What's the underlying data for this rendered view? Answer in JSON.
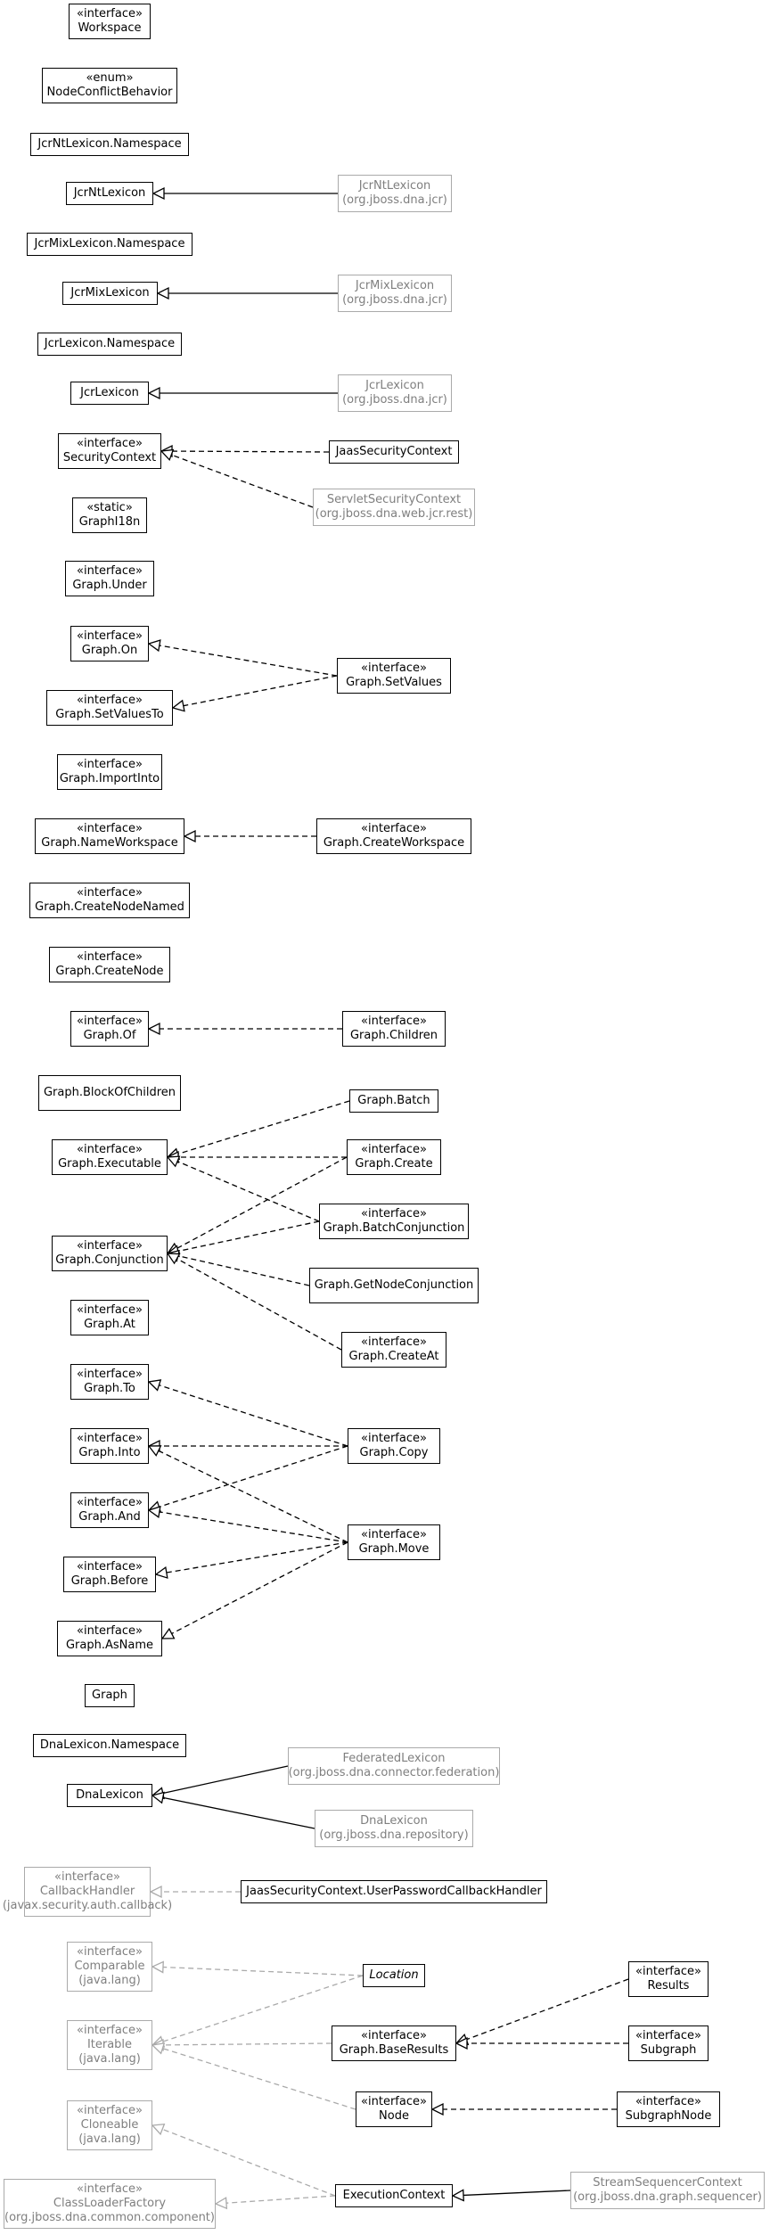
{
  "colors": {
    "internal": "#000000",
    "external": "#7f7f7f",
    "external_border": "#aaaaaa"
  },
  "nodes": [
    {
      "id": "n1",
      "stereotype": "«interface»",
      "name": "Workspace",
      "package": "",
      "ext": false,
      "italic": false
    },
    {
      "id": "n2",
      "stereotype": "«enum»",
      "name": "NodeConflictBehavior",
      "package": "",
      "ext": false,
      "italic": false
    },
    {
      "id": "n3",
      "stereotype": "",
      "name": "JcrNtLexicon.Namespace",
      "package": "",
      "ext": false,
      "italic": false
    },
    {
      "id": "n4",
      "stereotype": "",
      "name": "JcrNtLexicon",
      "package": "",
      "ext": false,
      "italic": false
    },
    {
      "id": "n5",
      "stereotype": "",
      "name": "JcrNtLexicon",
      "package": "(org.jboss.dna.jcr)",
      "ext": true,
      "italic": false
    },
    {
      "id": "n6",
      "stereotype": "",
      "name": "JcrMixLexicon.Namespace",
      "package": "",
      "ext": false,
      "italic": false
    },
    {
      "id": "n7",
      "stereotype": "",
      "name": "JcrMixLexicon",
      "package": "",
      "ext": false,
      "italic": false
    },
    {
      "id": "n8",
      "stereotype": "",
      "name": "JcrMixLexicon",
      "package": "(org.jboss.dna.jcr)",
      "ext": true,
      "italic": false
    },
    {
      "id": "n9",
      "stereotype": "",
      "name": "JcrLexicon.Namespace",
      "package": "",
      "ext": false,
      "italic": false
    },
    {
      "id": "n10",
      "stereotype": "",
      "name": "JcrLexicon",
      "package": "",
      "ext": false,
      "italic": false
    },
    {
      "id": "n11",
      "stereotype": "",
      "name": "JcrLexicon",
      "package": "(org.jboss.dna.jcr)",
      "ext": true,
      "italic": false
    },
    {
      "id": "n12",
      "stereotype": "«interface»",
      "name": "SecurityContext",
      "package": "",
      "ext": false,
      "italic": false
    },
    {
      "id": "n13",
      "stereotype": "",
      "name": "JaasSecurityContext",
      "package": "",
      "ext": false,
      "italic": false
    },
    {
      "id": "n14",
      "stereotype": "",
      "name": "ServletSecurityContext",
      "package": "(org.jboss.dna.web.jcr.rest)",
      "ext": true,
      "italic": false
    },
    {
      "id": "n15",
      "stereotype": "«static»",
      "name": "GraphI18n",
      "package": "",
      "ext": false,
      "italic": false
    },
    {
      "id": "n16",
      "stereotype": "«interface»",
      "name": "Graph.Under",
      "package": "",
      "ext": false,
      "italic": false
    },
    {
      "id": "n17",
      "stereotype": "«interface»",
      "name": "Graph.On",
      "package": "",
      "ext": false,
      "italic": false
    },
    {
      "id": "n18",
      "stereotype": "«interface»",
      "name": "Graph.SetValues",
      "package": "",
      "ext": false,
      "italic": false
    },
    {
      "id": "n19",
      "stereotype": "«interface»",
      "name": "Graph.SetValuesTo",
      "package": "",
      "ext": false,
      "italic": false
    },
    {
      "id": "n20",
      "stereotype": "«interface»",
      "name": "Graph.ImportInto",
      "package": "",
      "ext": false,
      "italic": false
    },
    {
      "id": "n21",
      "stereotype": "«interface»",
      "name": "Graph.NameWorkspace",
      "package": "",
      "ext": false,
      "italic": false
    },
    {
      "id": "n22",
      "stereotype": "«interface»",
      "name": "Graph.CreateWorkspace",
      "package": "",
      "ext": false,
      "italic": false
    },
    {
      "id": "n23",
      "stereotype": "«interface»",
      "name": "Graph.CreateNodeNamed",
      "package": "",
      "ext": false,
      "italic": false
    },
    {
      "id": "n24",
      "stereotype": "«interface»",
      "name": "Graph.CreateNode",
      "package": "",
      "ext": false,
      "italic": false
    },
    {
      "id": "n25",
      "stereotype": "«interface»",
      "name": "Graph.Of",
      "package": "",
      "ext": false,
      "italic": false
    },
    {
      "id": "n26",
      "stereotype": "«interface»",
      "name": "Graph.Children",
      "package": "",
      "ext": false,
      "italic": false
    },
    {
      "id": "n27",
      "stereotype": "",
      "name": "Graph.BlockOfChildren",
      "package": "",
      "ext": false,
      "italic": false
    },
    {
      "id": "n28",
      "stereotype": "",
      "name": "Graph.Batch",
      "package": "",
      "ext": false,
      "italic": false
    },
    {
      "id": "n29",
      "stereotype": "«interface»",
      "name": "Graph.Executable",
      "package": "",
      "ext": false,
      "italic": false
    },
    {
      "id": "n30",
      "stereotype": "«interface»",
      "name": "Graph.Create",
      "package": "",
      "ext": false,
      "italic": false
    },
    {
      "id": "n31",
      "stereotype": "«interface»",
      "name": "Graph.BatchConjunction",
      "package": "",
      "ext": false,
      "italic": false
    },
    {
      "id": "n32",
      "stereotype": "«interface»",
      "name": "Graph.Conjunction",
      "package": "",
      "ext": false,
      "italic": false
    },
    {
      "id": "n33",
      "stereotype": "",
      "name": "Graph.GetNodeConjunction",
      "package": "",
      "ext": false,
      "italic": false
    },
    {
      "id": "n34",
      "stereotype": "«interface»",
      "name": "Graph.At",
      "package": "",
      "ext": false,
      "italic": false
    },
    {
      "id": "n35",
      "stereotype": "«interface»",
      "name": "Graph.CreateAt",
      "package": "",
      "ext": false,
      "italic": false
    },
    {
      "id": "n36",
      "stereotype": "«interface»",
      "name": "Graph.To",
      "package": "",
      "ext": false,
      "italic": false
    },
    {
      "id": "n37",
      "stereotype": "«interface»",
      "name": "Graph.Into",
      "package": "",
      "ext": false,
      "italic": false
    },
    {
      "id": "n38",
      "stereotype": "«interface»",
      "name": "Graph.Copy",
      "package": "",
      "ext": false,
      "italic": false
    },
    {
      "id": "n39",
      "stereotype": "«interface»",
      "name": "Graph.And",
      "package": "",
      "ext": false,
      "italic": false
    },
    {
      "id": "n40",
      "stereotype": "«interface»",
      "name": "Graph.Move",
      "package": "",
      "ext": false,
      "italic": false
    },
    {
      "id": "n41",
      "stereotype": "«interface»",
      "name": "Graph.Before",
      "package": "",
      "ext": false,
      "italic": false
    },
    {
      "id": "n42",
      "stereotype": "«interface»",
      "name": "Graph.AsName",
      "package": "",
      "ext": false,
      "italic": false
    },
    {
      "id": "n43",
      "stereotype": "",
      "name": "Graph",
      "package": "",
      "ext": false,
      "italic": false
    },
    {
      "id": "n44",
      "stereotype": "",
      "name": "DnaLexicon.Namespace",
      "package": "",
      "ext": false,
      "italic": false
    },
    {
      "id": "n45",
      "stereotype": "",
      "name": "DnaLexicon",
      "package": "",
      "ext": false,
      "italic": false
    },
    {
      "id": "n46",
      "stereotype": "",
      "name": "FederatedLexicon",
      "package": "(org.jboss.dna.connector.federation)",
      "ext": true,
      "italic": false
    },
    {
      "id": "n47",
      "stereotype": "",
      "name": "DnaLexicon",
      "package": "(org.jboss.dna.repository)",
      "ext": true,
      "italic": false
    },
    {
      "id": "n48",
      "stereotype": "«interface»",
      "name": "CallbackHandler",
      "package": "(javax.security.auth.callback)",
      "ext": true,
      "italic": false
    },
    {
      "id": "n49",
      "stereotype": "",
      "name": "JaasSecurityContext.UserPasswordCallbackHandler",
      "package": "",
      "ext": false,
      "italic": false
    },
    {
      "id": "n50",
      "stereotype": "«interface»",
      "name": "Comparable",
      "package": "(java.lang)",
      "ext": true,
      "italic": false
    },
    {
      "id": "n51",
      "stereotype": "",
      "name": "Location",
      "package": "",
      "ext": false,
      "italic": true
    },
    {
      "id": "n52",
      "stereotype": "«interface»",
      "name": "Results",
      "package": "",
      "ext": false,
      "italic": false
    },
    {
      "id": "n53",
      "stereotype": "«interface»",
      "name": "Iterable",
      "package": "(java.lang)",
      "ext": true,
      "italic": false
    },
    {
      "id": "n54",
      "stereotype": "«interface»",
      "name": "Graph.BaseResults",
      "package": "",
      "ext": false,
      "italic": false
    },
    {
      "id": "n55",
      "stereotype": "«interface»",
      "name": "Subgraph",
      "package": "",
      "ext": false,
      "italic": false
    },
    {
      "id": "n56",
      "stereotype": "«interface»",
      "name": "Node",
      "package": "",
      "ext": false,
      "italic": false
    },
    {
      "id": "n57",
      "stereotype": "«interface»",
      "name": "SubgraphNode",
      "package": "",
      "ext": false,
      "italic": false
    },
    {
      "id": "n58",
      "stereotype": "«interface»",
      "name": "Cloneable",
      "package": "(java.lang)",
      "ext": true,
      "italic": false
    },
    {
      "id": "n59",
      "stereotype": "«interface»",
      "name": "ClassLoaderFactory",
      "package": "(org.jboss.dna.common.component)",
      "ext": true,
      "italic": false
    },
    {
      "id": "n60",
      "stereotype": "",
      "name": "ExecutionContext",
      "package": "",
      "ext": false,
      "italic": false
    },
    {
      "id": "n61",
      "stereotype": "",
      "name": "StreamSequencerContext",
      "package": "(org.jboss.dna.graph.sequencer)",
      "ext": true,
      "italic": false
    }
  ],
  "edges": [
    {
      "from": "n5",
      "to": "n4",
      "style": "solid",
      "color": "#000000"
    },
    {
      "from": "n8",
      "to": "n7",
      "style": "solid",
      "color": "#000000"
    },
    {
      "from": "n11",
      "to": "n10",
      "style": "solid",
      "color": "#000000"
    },
    {
      "from": "n13",
      "to": "n12",
      "style": "dashed",
      "color": "#000000"
    },
    {
      "from": "n14",
      "to": "n12",
      "style": "dashed",
      "color": "#000000"
    },
    {
      "from": "n18",
      "to": "n17",
      "style": "dashed",
      "color": "#000000"
    },
    {
      "from": "n18",
      "to": "n19",
      "style": "dashed",
      "color": "#000000"
    },
    {
      "from": "n22",
      "to": "n21",
      "style": "dashed",
      "color": "#000000"
    },
    {
      "from": "n26",
      "to": "n25",
      "style": "dashed",
      "color": "#000000"
    },
    {
      "from": "n28",
      "to": "n29",
      "style": "dashed",
      "color": "#000000"
    },
    {
      "from": "n30",
      "to": "n29",
      "style": "dashed",
      "color": "#000000"
    },
    {
      "from": "n31",
      "to": "n29",
      "style": "dashed",
      "color": "#000000"
    },
    {
      "from": "n30",
      "to": "n32",
      "style": "dashed",
      "color": "#000000"
    },
    {
      "from": "n31",
      "to": "n32",
      "style": "dashed",
      "color": "#000000"
    },
    {
      "from": "n33",
      "to": "n32",
      "style": "dashed",
      "color": "#000000"
    },
    {
      "from": "n35",
      "to": "n32",
      "style": "dashed",
      "color": "#000000"
    },
    {
      "from": "n38",
      "to": "n36",
      "style": "dashed",
      "color": "#000000"
    },
    {
      "from": "n38",
      "to": "n37",
      "style": "dashed",
      "color": "#000000"
    },
    {
      "from": "n38",
      "to": "n39",
      "style": "dashed",
      "color": "#000000"
    },
    {
      "from": "n40",
      "to": "n37",
      "style": "dashed",
      "color": "#000000"
    },
    {
      "from": "n40",
      "to": "n39",
      "style": "dashed",
      "color": "#000000"
    },
    {
      "from": "n40",
      "to": "n41",
      "style": "dashed",
      "color": "#000000"
    },
    {
      "from": "n40",
      "to": "n42",
      "style": "dashed",
      "color": "#000000"
    },
    {
      "from": "n46",
      "to": "n45",
      "style": "solid",
      "color": "#000000"
    },
    {
      "from": "n47",
      "to": "n45",
      "style": "solid",
      "color": "#000000"
    },
    {
      "from": "n49",
      "to": "n48",
      "style": "dashed",
      "color": "#aaaaaa"
    },
    {
      "from": "n51",
      "to": "n50",
      "style": "dashed",
      "color": "#aaaaaa"
    },
    {
      "from": "n51",
      "to": "n53",
      "style": "dashed",
      "color": "#aaaaaa"
    },
    {
      "from": "n54",
      "to": "n53",
      "style": "dashed",
      "color": "#aaaaaa"
    },
    {
      "from": "n56",
      "to": "n53",
      "style": "dashed",
      "color": "#aaaaaa"
    },
    {
      "from": "n52",
      "to": "n54",
      "style": "dashed",
      "color": "#000000"
    },
    {
      "from": "n55",
      "to": "n54",
      "style": "dashed",
      "color": "#000000"
    },
    {
      "from": "n57",
      "to": "n56",
      "style": "dashed",
      "color": "#000000"
    },
    {
      "from": "n60",
      "to": "n58",
      "style": "dashed",
      "color": "#aaaaaa"
    },
    {
      "from": "n60",
      "to": "n59",
      "style": "dashed",
      "color": "#aaaaaa"
    },
    {
      "from": "n61",
      "to": "n60",
      "style": "solid",
      "color": "#000000"
    }
  ]
}
